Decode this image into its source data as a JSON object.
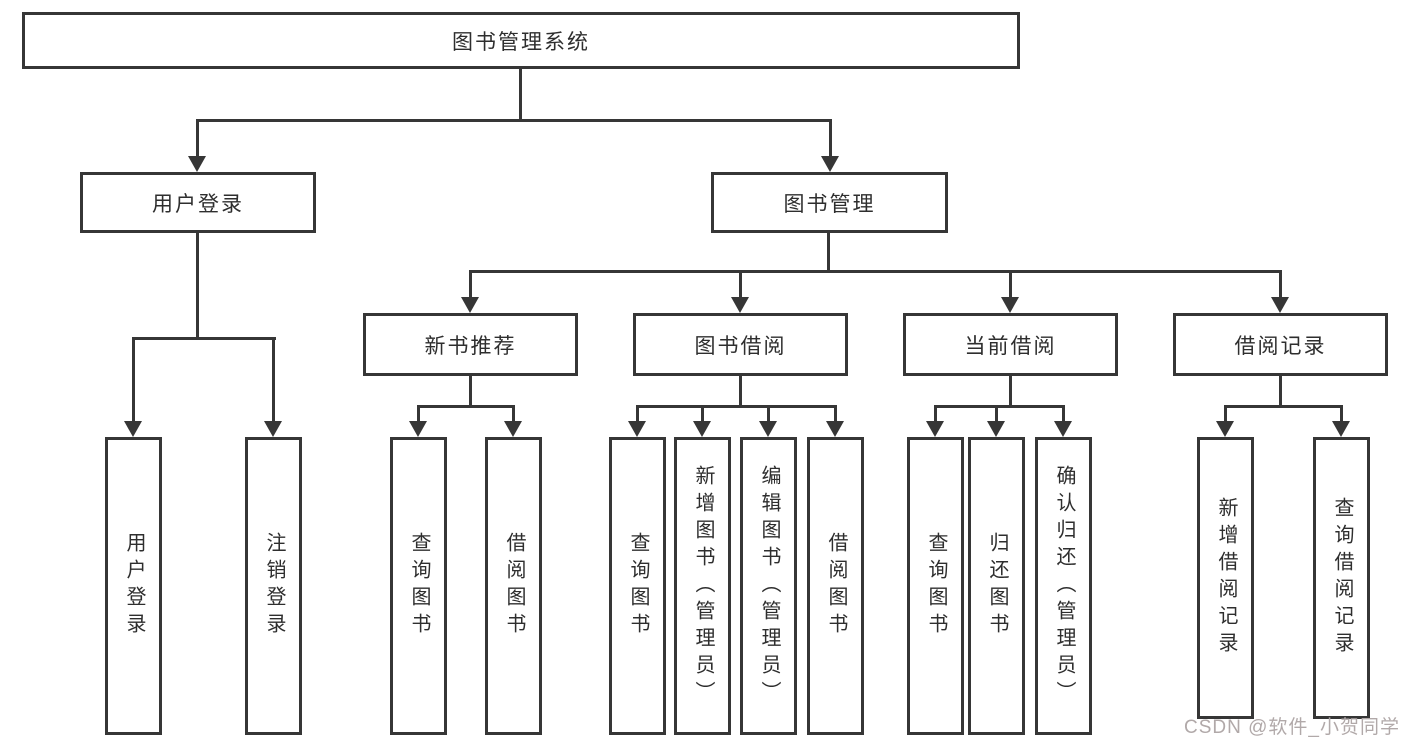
{
  "colors": {
    "line": "#363636",
    "text": "#2e2e2e",
    "background": "#ffffff",
    "watermark": "#b1a9a9"
  },
  "watermark": "CSDN @软件_小贺同学",
  "tree": {
    "root": "图书管理系统",
    "children": [
      {
        "label": "用户登录",
        "children": [
          "用户登录",
          "注销登录"
        ]
      },
      {
        "label": "图书管理",
        "children": [
          {
            "label": "新书推荐",
            "children": [
              "查询图书",
              "借阅图书"
            ]
          },
          {
            "label": "图书借阅",
            "children": [
              "查询图书",
              "新增图书（管理员）",
              "编辑图书（管理员）",
              "借阅图书"
            ]
          },
          {
            "label": "当前借阅",
            "children": [
              "查询图书",
              "归还图书",
              "确认归还（管理员）"
            ]
          },
          {
            "label": "借阅记录",
            "children": [
              "新增借阅记录",
              "查询借阅记录"
            ]
          }
        ]
      }
    ]
  }
}
